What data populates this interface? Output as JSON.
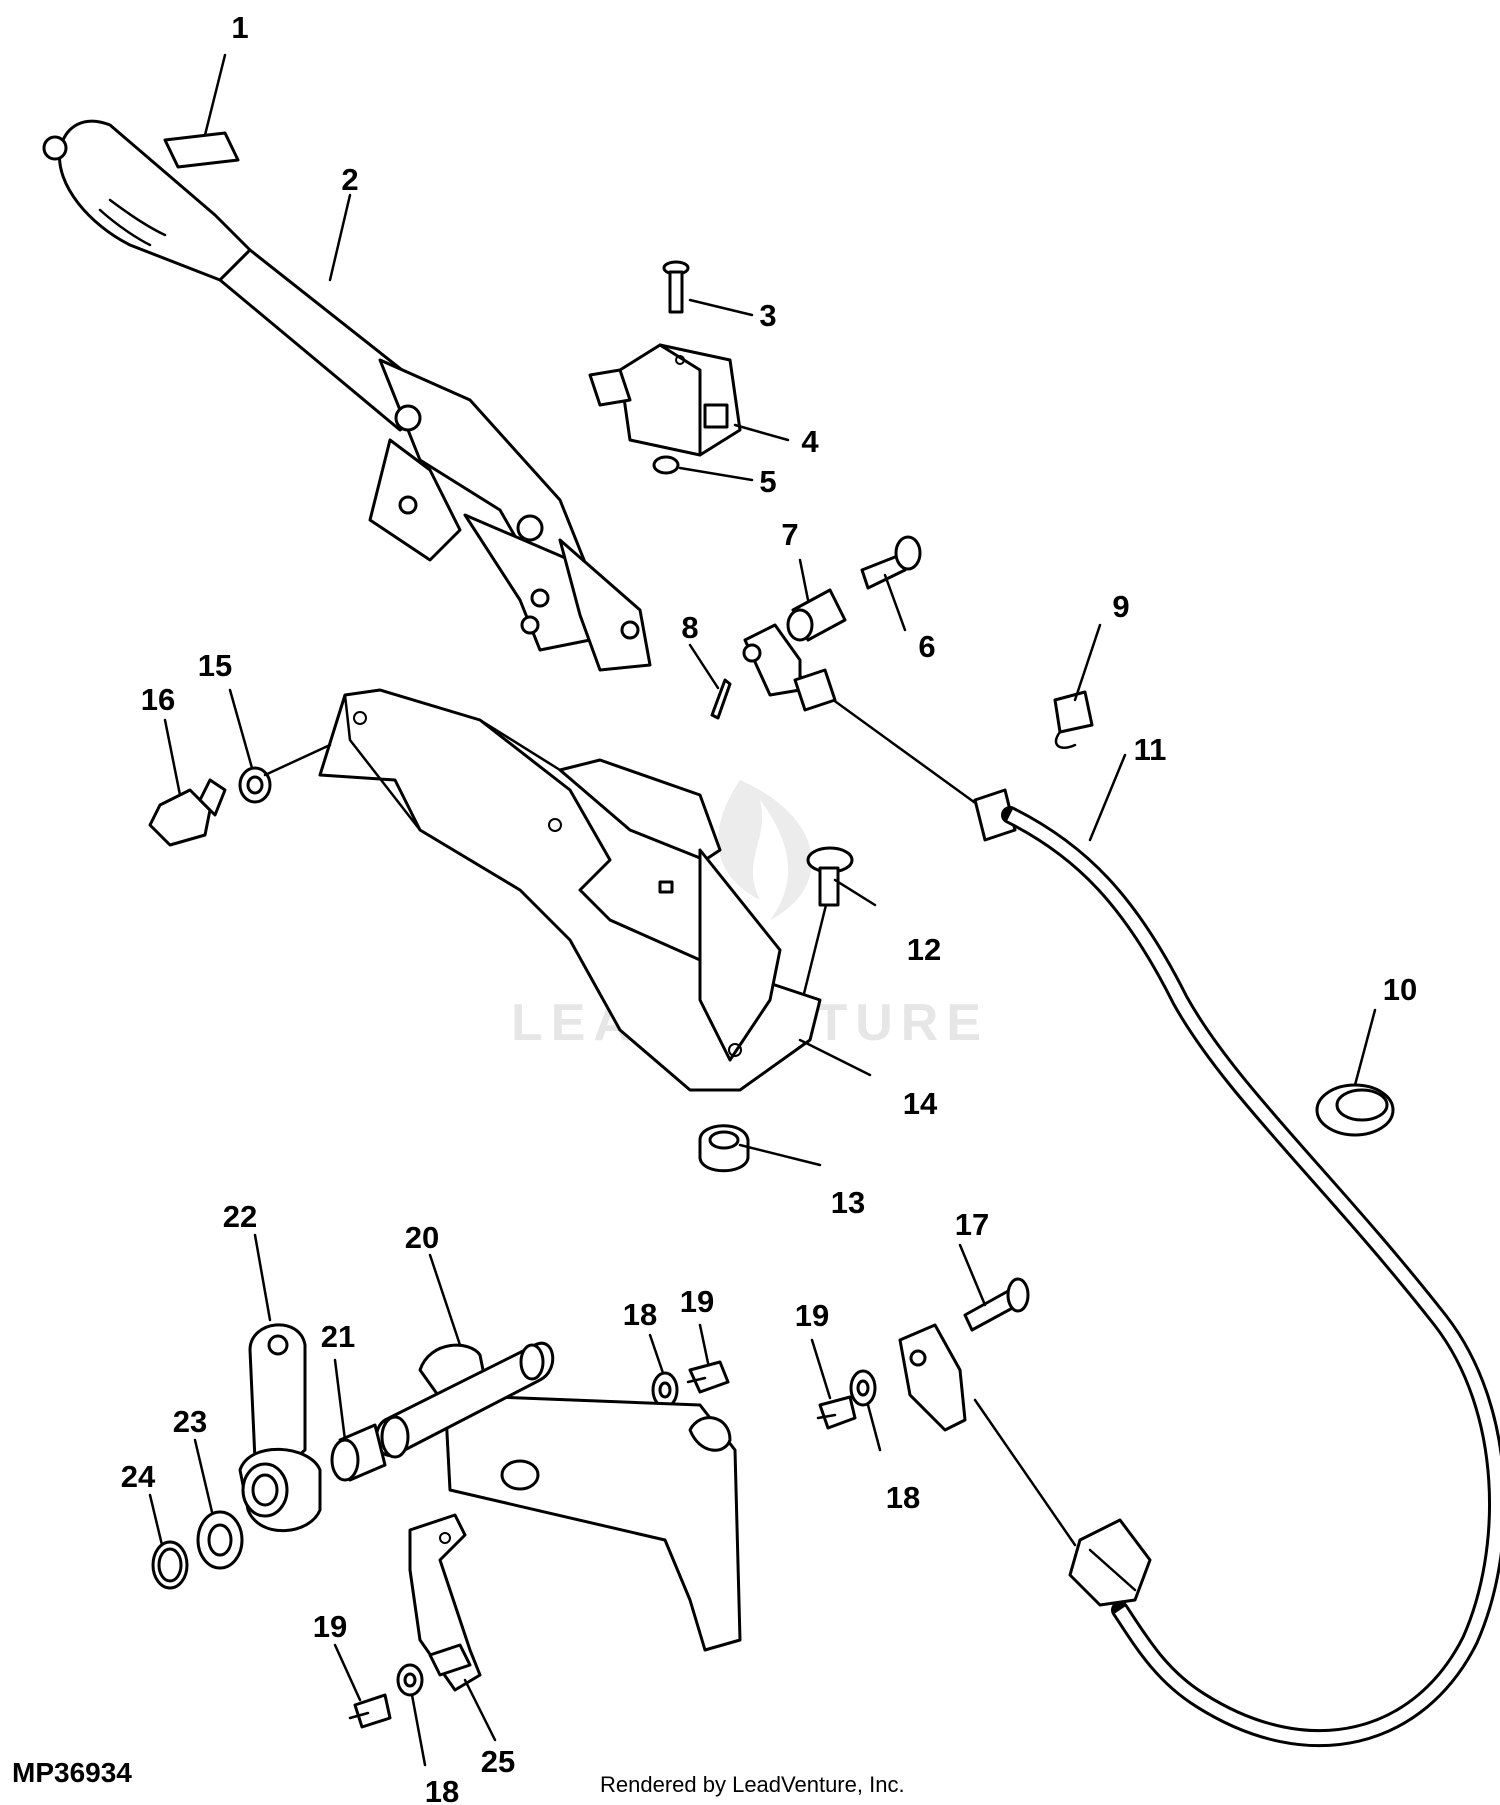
{
  "watermark": "LEADVENTURE",
  "figure_id": "MP36934",
  "credit": "Rendered by LeadVenture, Inc.",
  "callouts": {
    "c1": "1",
    "c2": "2",
    "c3": "3",
    "c4": "4",
    "c5": "5",
    "c6": "6",
    "c7": "7",
    "c8": "8",
    "c9": "9",
    "c10": "10",
    "c11": "11",
    "c12": "12",
    "c13": "13",
    "c14": "14",
    "c15": "15",
    "c16": "16",
    "c17": "17",
    "c18a": "18",
    "c18b": "18",
    "c18c": "18",
    "c19a": "19",
    "c19b": "19",
    "c19c": "19",
    "c20": "20",
    "c21": "21",
    "c22": "22",
    "c23": "23",
    "c24": "24",
    "c25": "25"
  }
}
